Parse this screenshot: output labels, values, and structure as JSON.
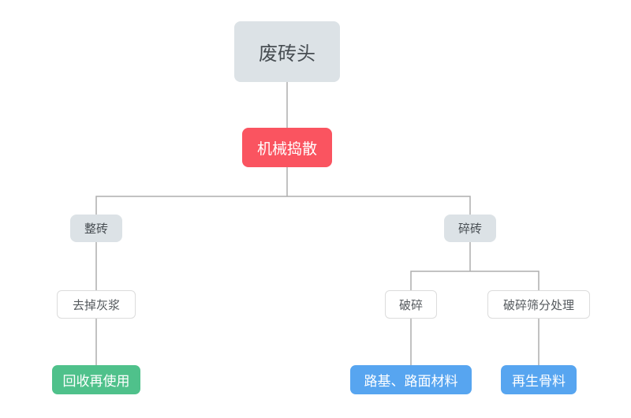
{
  "diagram": {
    "nodes": {
      "root": {
        "label": "废砖头"
      },
      "process": {
        "label": "机械捣散"
      },
      "whole_brick": {
        "label": "整砖"
      },
      "broken_brick": {
        "label": "碎砖"
      },
      "remove_mortar": {
        "label": "去掉灰浆"
      },
      "crush": {
        "label": "破碎"
      },
      "crush_screen": {
        "label": "破碎筛分处理"
      },
      "reuse": {
        "label": "回收再使用"
      },
      "road_material": {
        "label": "路基、路面材料"
      },
      "recycled_aggregate": {
        "label": "再生骨料"
      }
    },
    "edges": [
      {
        "from": "废砖头",
        "to": "机械捣散"
      },
      {
        "from": "机械捣散",
        "to": "整砖"
      },
      {
        "from": "机械捣散",
        "to": "碎砖"
      },
      {
        "from": "整砖",
        "to": "去掉灰浆"
      },
      {
        "from": "去掉灰浆",
        "to": "回收再使用"
      },
      {
        "from": "碎砖",
        "to": "破碎"
      },
      {
        "from": "碎砖",
        "to": "破碎筛分处理"
      },
      {
        "from": "破碎",
        "to": "路基、路面材料"
      },
      {
        "from": "破碎筛分处理",
        "to": "再生骨料"
      }
    ],
    "colors": {
      "node_gray_bg": "#dce2e6",
      "node_red_bg": "#fa5460",
      "node_green_bg": "#4fc18b",
      "node_blue_bg": "#57a5f0",
      "node_white_border": "#dcdcdc",
      "connector": "#adadad",
      "text_dark": "#474d52",
      "text_light": "#ffffff"
    }
  }
}
